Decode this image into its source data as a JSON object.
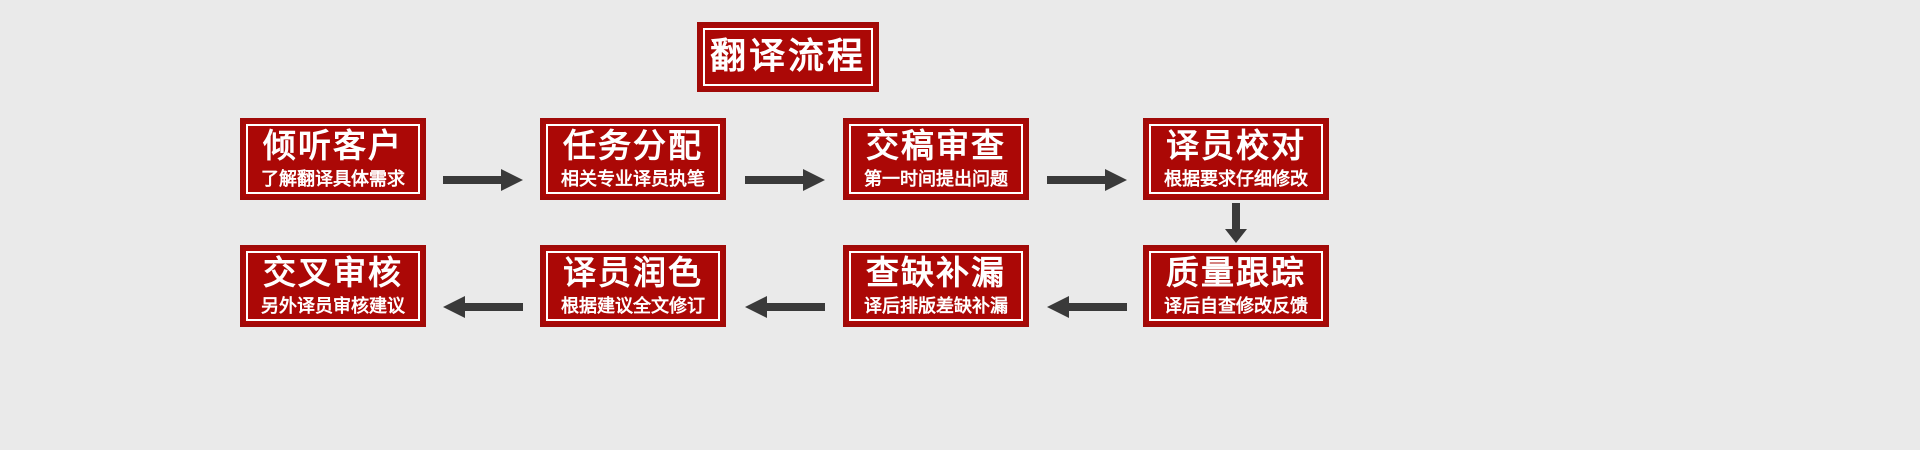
{
  "diagram": {
    "background_color": "#eaeaea",
    "box_fill_color": "#ab0806",
    "box_border_color": "#a00a08",
    "box_inner_border_color": "#ffffff",
    "text_color": "#ffffff",
    "arrow_color": "#3a3a3a",
    "header": {
      "title": "翻译流程"
    },
    "nodes": [
      {
        "id": "step-1",
        "step": 1,
        "title": "倾听客户",
        "subtitle": "了解翻译具体需求"
      },
      {
        "id": "step-2",
        "step": 2,
        "title": "任务分配",
        "subtitle": "相关专业译员执笔"
      },
      {
        "id": "step-3",
        "step": 3,
        "title": "交稿审查",
        "subtitle": "第一时间提出问题"
      },
      {
        "id": "step-4",
        "step": 4,
        "title": "译员校对",
        "subtitle": "根据要求仔细修改"
      },
      {
        "id": "step-5",
        "step": 5,
        "title": "质量跟踪",
        "subtitle": "译后自查修改反馈"
      },
      {
        "id": "step-6",
        "step": 6,
        "title": "查缺补漏",
        "subtitle": "译后排版差缺补漏"
      },
      {
        "id": "step-7",
        "step": 7,
        "title": "译员润色",
        "subtitle": "根据建议全文修订"
      },
      {
        "id": "step-8",
        "step": 8,
        "title": "交叉审核",
        "subtitle": "另外译员审核建议"
      }
    ],
    "connectors": [
      {
        "id": "arrow-1-2",
        "from": "step-1",
        "to": "step-2",
        "direction": "right"
      },
      {
        "id": "arrow-2-3",
        "from": "step-2",
        "to": "step-3",
        "direction": "right"
      },
      {
        "id": "arrow-3-4",
        "from": "step-3",
        "to": "step-4",
        "direction": "right"
      },
      {
        "id": "arrow-4-5",
        "from": "step-4",
        "to": "step-5",
        "direction": "down"
      },
      {
        "id": "arrow-5-6",
        "from": "step-5",
        "to": "step-6",
        "direction": "left"
      },
      {
        "id": "arrow-6-7",
        "from": "step-6",
        "to": "step-7",
        "direction": "left"
      },
      {
        "id": "arrow-7-8",
        "from": "step-7",
        "to": "step-8",
        "direction": "left"
      }
    ]
  }
}
